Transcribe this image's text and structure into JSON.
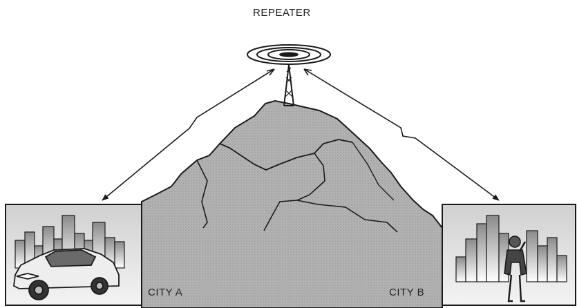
{
  "labels": {
    "repeater": "REPEATER",
    "city_a": "CITY A",
    "city_b": "CITY B"
  },
  "icons": [
    "repeater-antenna-icon",
    "car-icon",
    "person-with-radio-icon",
    "city-skyline-icon"
  ],
  "colors": {
    "ink": "#1a1a1a",
    "mountain": "#a8a8a8",
    "sky": "#ffffff"
  }
}
